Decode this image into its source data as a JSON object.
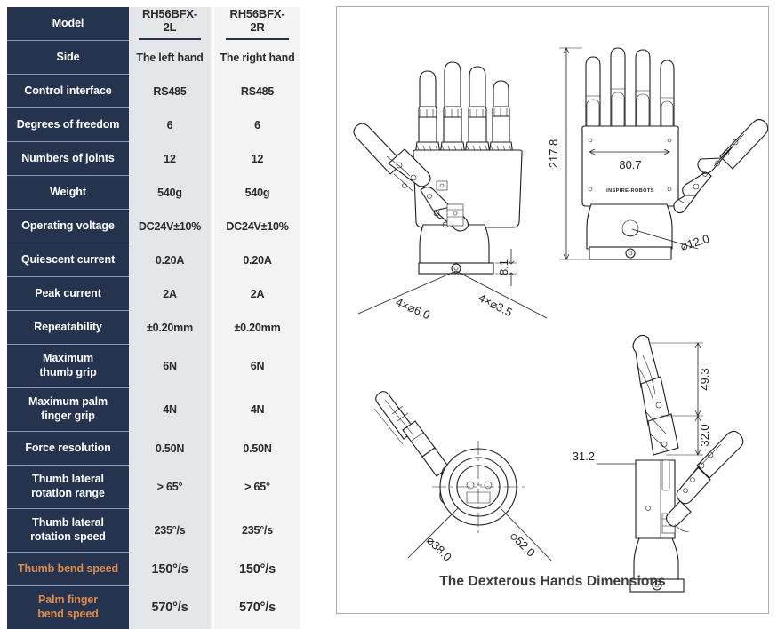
{
  "table": {
    "columns": [
      "Model",
      "RH56BFX-2L",
      "RH56BFX-2R"
    ],
    "rows": [
      {
        "label": "Model",
        "left": "RH56BFX-2L",
        "right": "RH56BFX-2R",
        "lines": 1,
        "accent": false,
        "header": true
      },
      {
        "label": "Side",
        "left": "The left hand",
        "right": "The right hand",
        "lines": 1,
        "accent": false
      },
      {
        "label": "Control interface",
        "left": "RS485",
        "right": "RS485",
        "lines": 1,
        "accent": false
      },
      {
        "label": "Degrees of freedom",
        "left": "6",
        "right": "6",
        "lines": 1,
        "accent": false
      },
      {
        "label": "Numbers of joints",
        "left": "12",
        "right": "12",
        "lines": 1,
        "accent": false
      },
      {
        "label": "Weight",
        "left": "540g",
        "right": "540g",
        "lines": 1,
        "accent": false
      },
      {
        "label": "Operating voltage",
        "left": "DC24V±10%",
        "right": "DC24V±10%",
        "lines": 1,
        "accent": false
      },
      {
        "label": "Quiescent current",
        "left": "0.20A",
        "right": "0.20A",
        "lines": 1,
        "accent": false
      },
      {
        "label": "Peak current",
        "left": "2A",
        "right": "2A",
        "lines": 1,
        "accent": false
      },
      {
        "label": "Repeatability",
        "left": "±0.20mm",
        "right": "±0.20mm",
        "lines": 1,
        "accent": false
      },
      {
        "label": "Maximum\nthumb grip",
        "left": "6N",
        "right": "6N",
        "lines": 2,
        "accent": false
      },
      {
        "label": "Maximum palm\nfinger grip",
        "left": "4N",
        "right": "4N",
        "lines": 2,
        "accent": false
      },
      {
        "label": "Force resolution",
        "left": "0.50N",
        "right": "0.50N",
        "lines": 1,
        "accent": false
      },
      {
        "label": "Thumb lateral\nrotation range",
        "left": "> 65°",
        "right": "> 65°",
        "lines": 2,
        "accent": false
      },
      {
        "label": "Thumb lateral\nrotation speed",
        "left": "235°/s",
        "right": "235°/s",
        "lines": 2,
        "accent": false
      },
      {
        "label": "Thumb bend speed",
        "left": "150°/s",
        "right": "150°/s",
        "lines": 1,
        "accent": true,
        "big": true
      },
      {
        "label": "Palm finger\nbend speed",
        "left": "570°/s",
        "right": "570°/s",
        "lines": 2,
        "accent": true,
        "big": true
      }
    ]
  },
  "drawing": {
    "caption": "The Dexterous Hands Dimensions",
    "brand": "INSPIRE-ROBOTS",
    "views": {
      "palm_front": {
        "dim_thickness": "8.1",
        "dim_holes_big": "4×⌀6.0",
        "dim_holes_small": "4×⌀3.5"
      },
      "back_front": {
        "dim_height": "217.8",
        "dim_width": "80.7",
        "dim_hole": "⌀12.0"
      },
      "top_view": {
        "dim_inner_dia": "⌀38.0",
        "dim_outer_dia": "⌀52.0"
      },
      "side_view": {
        "dim_finger_upper": "49.3",
        "dim_finger_lower": "32.0",
        "dim_wrist_offset": "31.2"
      }
    }
  },
  "colors": {
    "label_bg": "#26334F",
    "accent": "#DE8A49",
    "col_left_bg": "#E5E6EA",
    "col_right_bg": "#F4F4F5",
    "line": "#1D1D1D",
    "panel_border": "#A9ABB0"
  }
}
